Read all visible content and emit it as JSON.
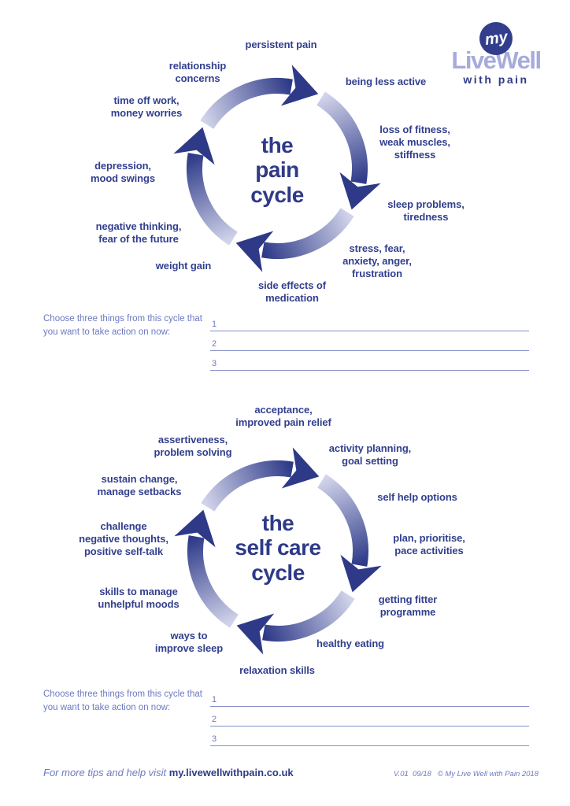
{
  "colors": {
    "navy": "#2e3a88",
    "periwinkle": "#6d79c1",
    "gradient_light": "#d0d3ea",
    "brand_light": "#a6abdb"
  },
  "logo": {
    "circle_text": "my",
    "brand": "LiveWell",
    "tagline": "with pain"
  },
  "cycle1": {
    "title": "the\npain\ncycle",
    "labels": {
      "persistent_pain": "persistent pain",
      "relationship_concerns": "relationship\nconcerns",
      "being_less_active": "being less active",
      "time_off_work": "time off work,\nmoney worries",
      "loss_of_fitness": "loss of fitness,\nweak muscles,\nstiffness",
      "depression": "depression,\nmood swings",
      "sleep_problems": "sleep problems,\ntiredness",
      "negative_thinking": "negative thinking,\nfear of the future",
      "stress_fear": "stress, fear,\nanxiety, anger,\nfrustration",
      "weight_gain": "weight gain",
      "side_effects": "side effects of\nmedication"
    }
  },
  "cycle2": {
    "title": "the\nself care\ncycle",
    "labels": {
      "acceptance": "acceptance,\nimproved pain relief",
      "assertiveness": "assertiveness,\nproblem solving",
      "activity_planning": "activity planning,\ngoal setting",
      "sustain_change": "sustain change,\nmanage setbacks",
      "self_help": "self help options",
      "challenge_negative": "challenge\nnegative thoughts,\npositive self-talk",
      "plan_prioritise": "plan, prioritise,\npace activities",
      "skills_to_manage": "skills to manage\nunhelpful moods",
      "getting_fitter": "getting fitter\nprogramme",
      "ways_to_improve_sleep": "ways to\nimprove sleep",
      "healthy_eating": "healthy eating",
      "relaxation_skills": "relaxation skills"
    }
  },
  "choose": {
    "prompt": "Choose three things from this cycle that\nyou want to take action on now:",
    "numbers": [
      "1",
      "2",
      "3"
    ]
  },
  "footer": {
    "tip_prefix": "For more tips and help visit ",
    "url": "my.livewellwithpain.co.uk",
    "version": "V.01  09/18   © My Live Well with Pain 2018"
  }
}
